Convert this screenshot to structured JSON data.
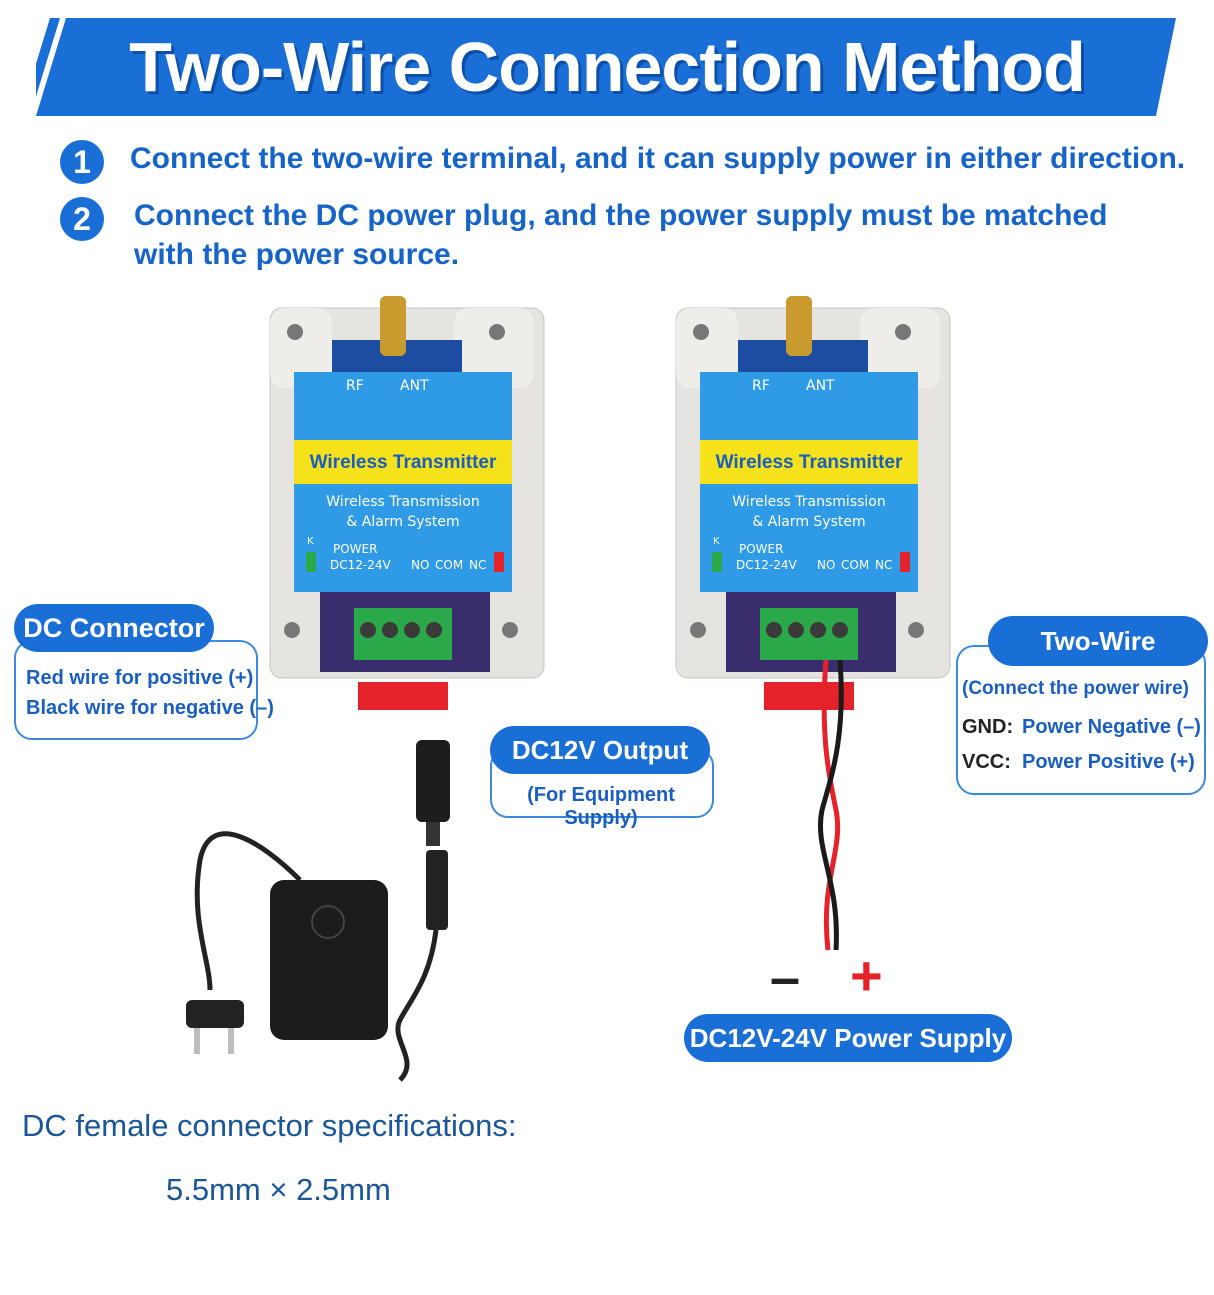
{
  "header": {
    "title": "Two-Wire Connection Method"
  },
  "steps": [
    {
      "number": "1",
      "text": "Connect the two-wire terminal, and it can supply power in either direction."
    },
    {
      "number": "2",
      "line1": "Connect the DC power plug, and the power supply must be matched",
      "line2": "with the power source."
    }
  ],
  "device": {
    "rf": "RF",
    "ant": "ANT",
    "title": "Wireless Transmitter",
    "sub1": "Wireless Transmission",
    "sub2": "& Alarm System",
    "k": "K",
    "power": "POWER",
    "voltage": "DC12-24V",
    "no": "NO",
    "com": "COM",
    "nc": "NC"
  },
  "dc_connector": {
    "title": "DC Connector",
    "line1": "Red wire for positive (+)",
    "line2": "Black wire for negative (–)"
  },
  "dc_output": {
    "title": "DC12V Output",
    "subtitle": "(For Equipment Supply)"
  },
  "two_wire": {
    "title": "Two-Wire Terminal",
    "subtitle": "(Connect the power wire)",
    "gnd_label": "GND:",
    "gnd_value": "Power Negative (–)",
    "vcc_label": "VCC:",
    "vcc_value": "Power Positive (+)"
  },
  "polarity": {
    "minus": "–",
    "plus": "+"
  },
  "power_supply": {
    "label": "DC12V-24V Power Supply"
  },
  "spec": {
    "line1": "DC female connector specifications:",
    "line2": "5.5mm × 2.5mm"
  },
  "colors": {
    "brand_blue": "#1a6fd6",
    "device_blue": "#2f9be6",
    "yellow": "#f5e21a",
    "red": "#e5222a",
    "green_terminal": "#2aa84a"
  }
}
